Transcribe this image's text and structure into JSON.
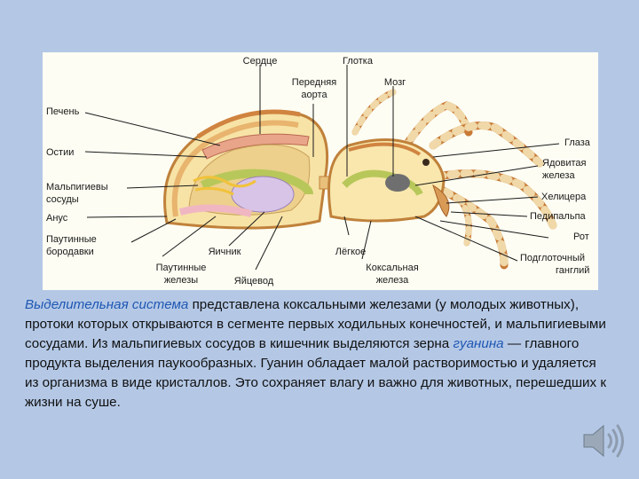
{
  "diagram": {
    "labels": {
      "heart": "Сердце",
      "pharynx": "Глотка",
      "anterior_aorta_1": "Передняя",
      "anterior_aorta_2": "аорта",
      "brain": "Мозг",
      "liver": "Печень",
      "ostia": "Остии",
      "malpighian_1": "Мальпигиевы",
      "malpighian_2": "сосуды",
      "anus": "Анус",
      "spinnerets_1": "Паутинные",
      "spinnerets_2": "бородавки",
      "silk_glands_1": "Паутинные",
      "silk_glands_2": "железы",
      "ovary": "Яичник",
      "oviduct": "Яйцевод",
      "lung": "Лёгкое",
      "coxal_gland_1": "Коксальная",
      "coxal_gland_2": "железа",
      "eyes": "Глаза",
      "venom_gland_1": "Ядовитая",
      "venom_gland_2": "железа",
      "chelicera": "Хелицера",
      "pedipalp": "Педипальпа",
      "mouth": "Рот",
      "subpharyngeal_1": "Подглоточный",
      "subpharyngeal_2": "ганглий"
    }
  },
  "caption": {
    "term1": "Выделительная система",
    "text1": " представлена коксальными железами (у молодых животных), протоки которых открываются в сегменте первых ходильных конечностей, и мальпигиевыми сосудами. Из мальпигиевых сосудов в кишечник выделяются зерна ",
    "term2": "гуанина",
    "text2": " — главного продукта выделения паукообразных. Гуанин обладает малой растворимостью и удаляется из организма в виде кристаллов. Это сохраняет влагу и важно для животных, перешедших к жизни на суше."
  },
  "speaker": {
    "icon": "speaker-icon"
  }
}
